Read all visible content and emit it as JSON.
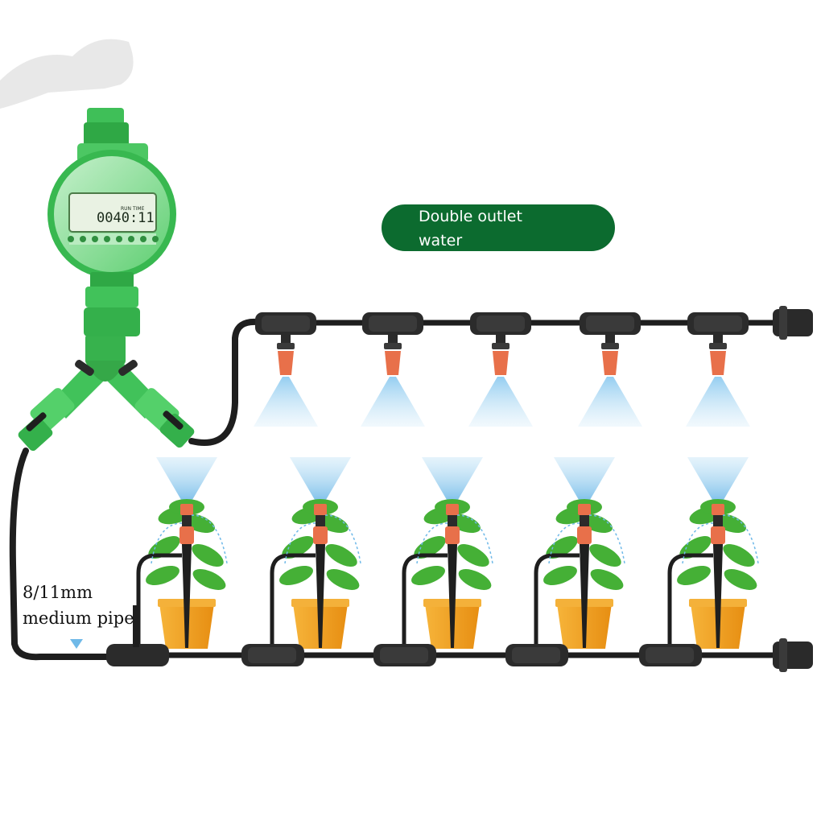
{
  "labels": {
    "double_outlet": [
      "Double outlet",
      "water"
    ],
    "pipe": [
      "8/11mm",
      "medium pipe"
    ]
  },
  "timer": {
    "display_time": "0040:11",
    "run_time_label": "RUN TIME"
  },
  "colors": {
    "badge": "#0c6b2f",
    "timer_green": "#2fbf4f",
    "timer_light": "#9fe3a8",
    "pipe": "#1e1e1e",
    "nozzle": "#e8704a",
    "pot": "#f4a51c",
    "spray": "#8fcbf0",
    "leaf": "#45b036"
  },
  "icons": [
    "tap-icon",
    "water-timer-icon",
    "y-splitter-icon",
    "mist-nozzle-icon",
    "dripper-stake-icon",
    "plant-pot-icon",
    "end-plug-icon",
    "arrow-down-icon"
  ]
}
